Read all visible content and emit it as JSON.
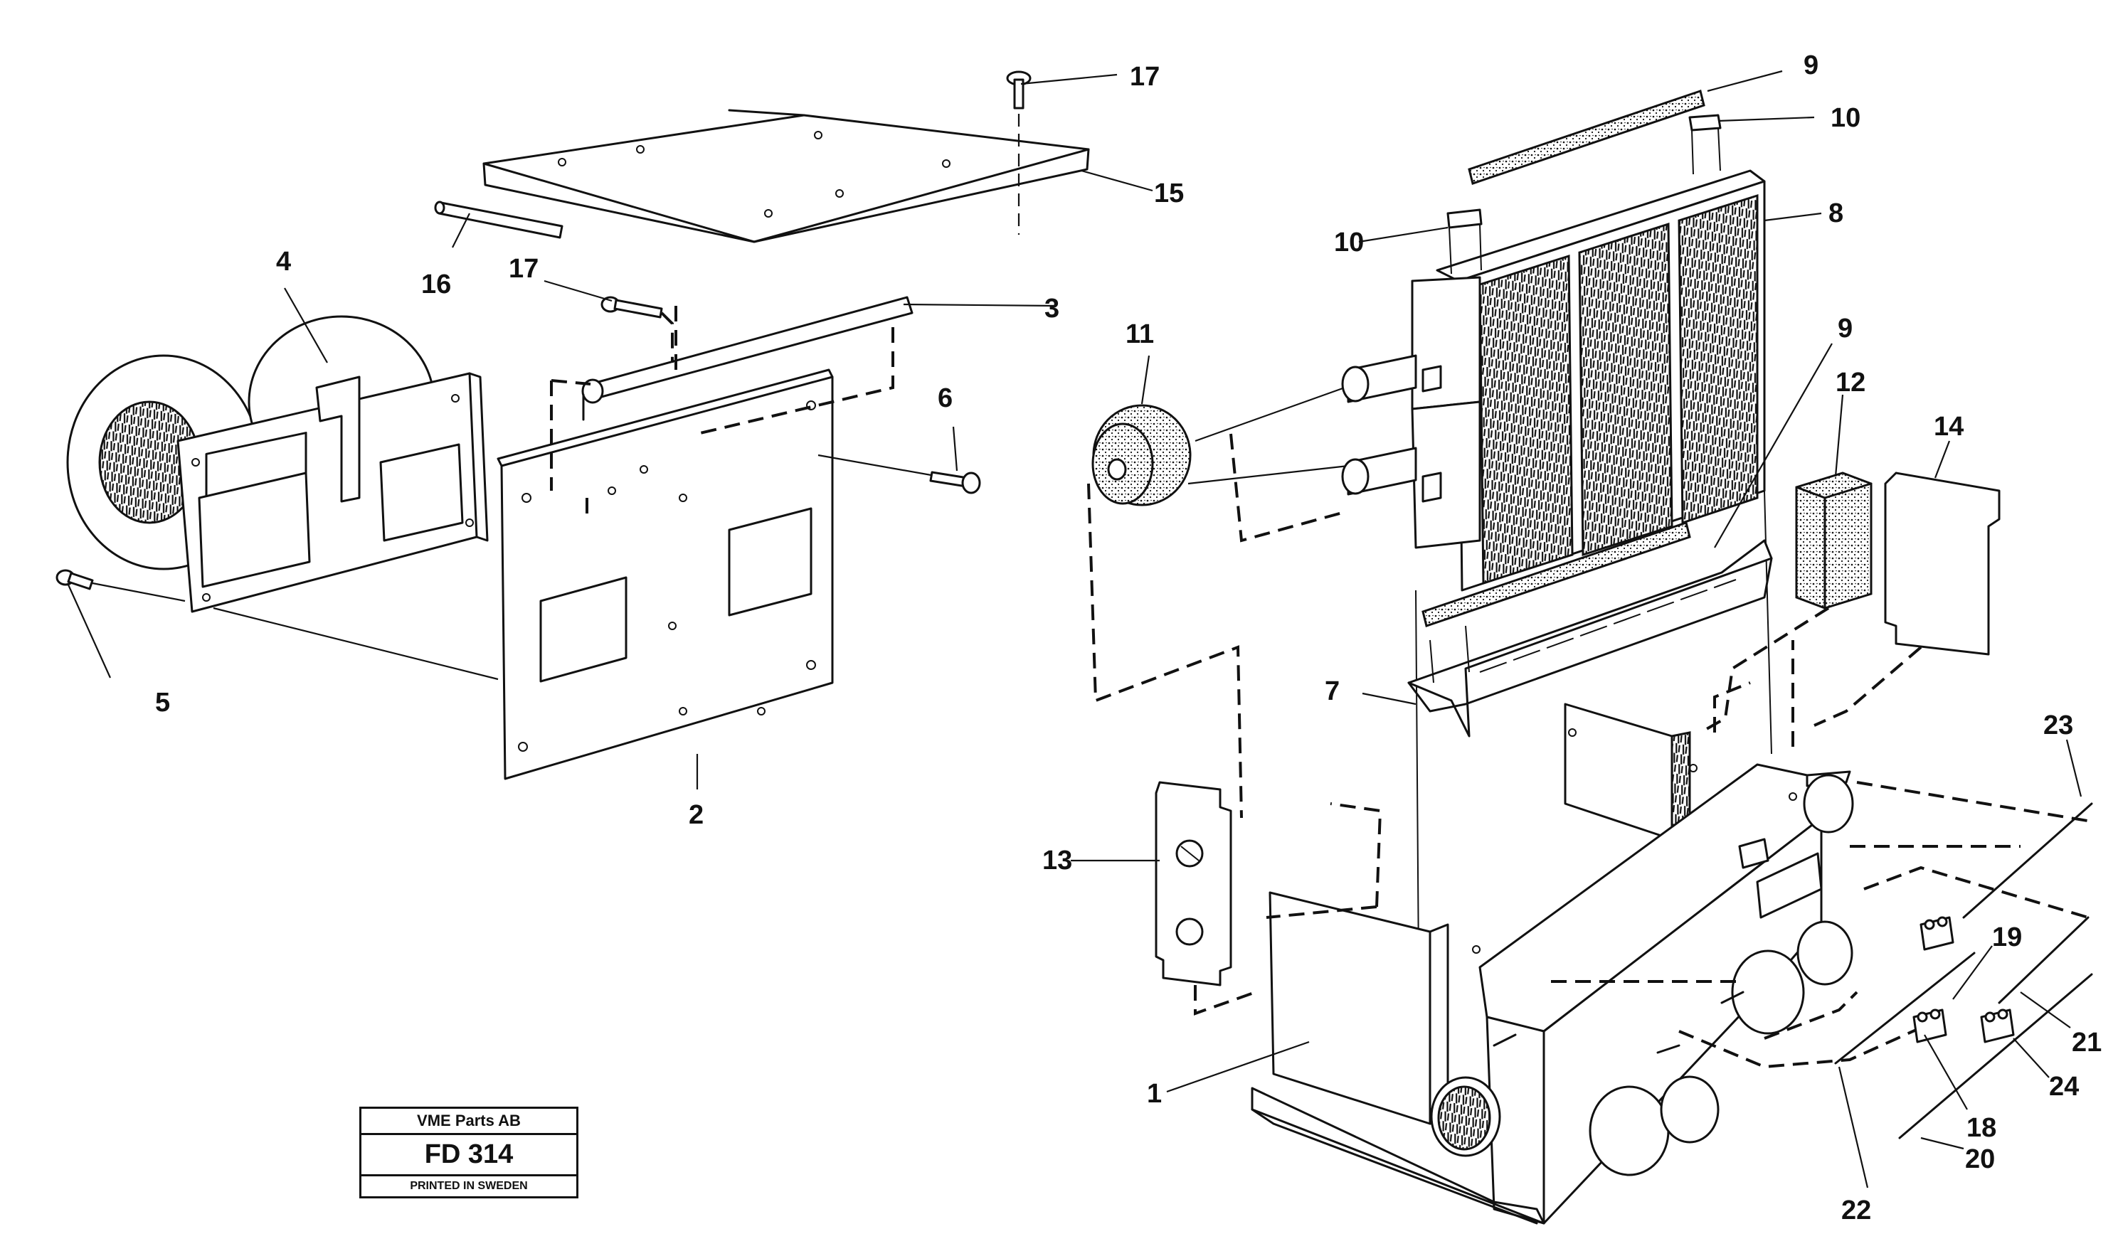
{
  "labels": [
    "1",
    "2",
    "3",
    "4",
    "5",
    "6",
    "7",
    "8",
    "9",
    "9",
    "10",
    "10",
    "11",
    "12",
    "13",
    "14",
    "15",
    "16",
    "17",
    "17",
    "18",
    "19",
    "20",
    "21",
    "22",
    "23",
    "24"
  ],
  "stamp": {
    "company": "VME Parts AB",
    "code": "FD 314",
    "printed": "PRINTED IN SWEDEN"
  }
}
